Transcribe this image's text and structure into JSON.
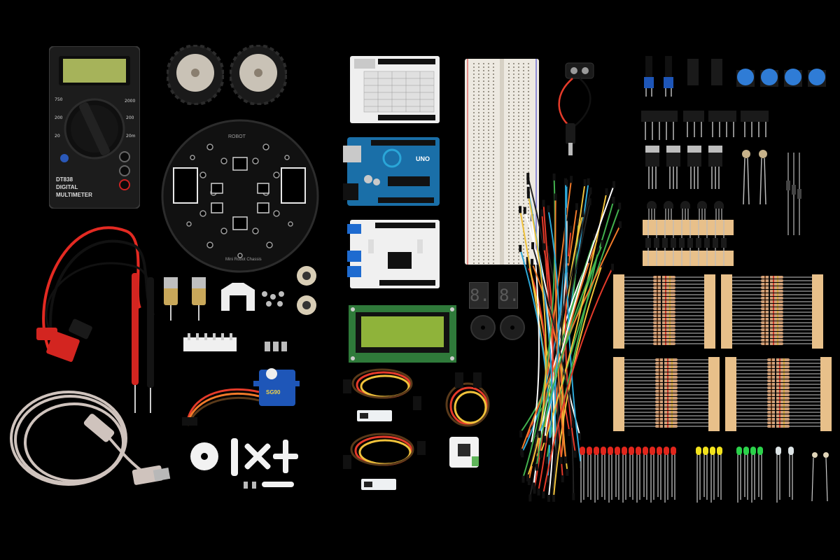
{
  "scene": {
    "background": "#000000"
  },
  "multimeter": {
    "model": "DT838",
    "line1": "DIGITAL",
    "line2": "MULTIMETER",
    "body_color": "#1c1c1c",
    "lcd_color": "#a6b35a"
  },
  "chassis": {
    "brand_top": "ROBOT",
    "brand_bottom": "Mini Robot Chassis",
    "color": "#111111"
  },
  "arduino": {
    "uno_label": "UNO",
    "uno_color": "#1a6fa8"
  },
  "lcd_module": {
    "screen_color": "#8fb33a",
    "board_color": "#2f7a3a"
  },
  "seven_segment": {
    "digit_a": "8.",
    "digit_b": "8."
  },
  "servo": {
    "label": "SG90"
  },
  "leds": {
    "red_count": 14,
    "yellow_count": 4,
    "green_count": 4,
    "colors": {
      "red": "#e1261c",
      "yellow": "#f2e21c",
      "green": "#2bd24a",
      "clear": "#dde4e6"
    }
  },
  "buttons": {
    "color": "#2f7cd6",
    "count": 4
  },
  "resistors": {
    "tape_color": "#e8c08a",
    "body_color": "#cf9f78",
    "packs": 4
  },
  "jumper_wires": {
    "colors": [
      "#e53b2a",
      "#f0c23b",
      "#2ea8d8",
      "#42b14e",
      "#ffffff",
      "#222222",
      "#f07a2a"
    ]
  }
}
